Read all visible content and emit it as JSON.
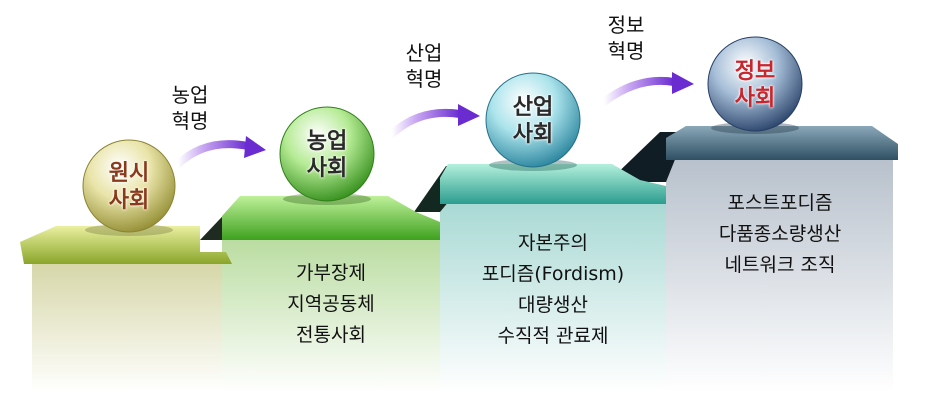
{
  "stages": [
    {
      "label_line1": "원시",
      "label_line2": "사회",
      "features": []
    },
    {
      "label_line1": "농업",
      "label_line2": "사회",
      "features": [
        "가부장제",
        "지역공동체",
        "전통사회"
      ]
    },
    {
      "label_line1": "산업",
      "label_line2": "사회",
      "features": [
        "자본주의",
        "포디즘(Fordism)",
        "대량생산",
        "수직적 관료제"
      ]
    },
    {
      "label_line1": "정보",
      "label_line2": "사회",
      "features": [
        "포스트포디즘",
        "다품종소량생산",
        "네트워크 조직"
      ]
    }
  ],
  "revolutions": [
    {
      "line1": "농업",
      "line2": "혁명"
    },
    {
      "line1": "산업",
      "line2": "혁명"
    },
    {
      "line1": "정보",
      "line2": "혁명"
    }
  ],
  "colors": {
    "primitive": "#c9c24a",
    "agricultural": "#5cb531",
    "industrial": "#42a6a3",
    "information": "#c8262d",
    "arrow": "#7a3bd4"
  }
}
